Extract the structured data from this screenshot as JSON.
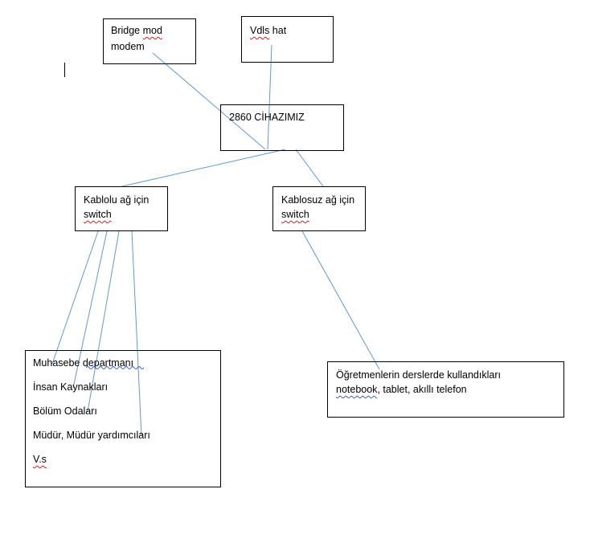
{
  "diagram": {
    "nodes": {
      "bridge_modem": {
        "line1_a": "Bridge ",
        "line1_b": "mod",
        "line2": "modem"
      },
      "vdsl_line": {
        "a": "Vdls",
        "b": " hat"
      },
      "device": {
        "label": "2860 CİHAZIMIZ"
      },
      "wired_switch": {
        "line1": "Kablolu ağ için",
        "line2": "switch"
      },
      "wireless_switch": {
        "line1": "Kablosuz ağ için",
        "line2": "switch"
      },
      "wired_clients": {
        "items": [
          "Muhasebe departmanı",
          "İnsan Kaynakları",
          "Bölüm Odaları",
          "Müdür, Müdür yardımcıları",
          "V.s"
        ]
      },
      "wireless_clients": {
        "line1": "Öğretmenlerin derslerde kullandıkları",
        "line2_a": "notebook",
        "line2_b": ", tablet, akıllı telefon"
      }
    },
    "edges": [
      {
        "from": "bridge_modem",
        "to": "device"
      },
      {
        "from": "vdsl_line",
        "to": "device"
      },
      {
        "from": "device",
        "to": "wired_switch"
      },
      {
        "from": "device",
        "to": "wireless_switch"
      },
      {
        "from": "wired_switch",
        "to": "wired_clients.0"
      },
      {
        "from": "wired_switch",
        "to": "wired_clients.1"
      },
      {
        "from": "wired_switch",
        "to": "wired_clients.2"
      },
      {
        "from": "wired_switch",
        "to": "wired_clients.3"
      },
      {
        "from": "wireless_switch",
        "to": "wireless_clients"
      }
    ],
    "colors": {
      "connector": "#5b9bd5",
      "box_border": "#000000",
      "spellcheck_underline": "#d42020"
    }
  }
}
